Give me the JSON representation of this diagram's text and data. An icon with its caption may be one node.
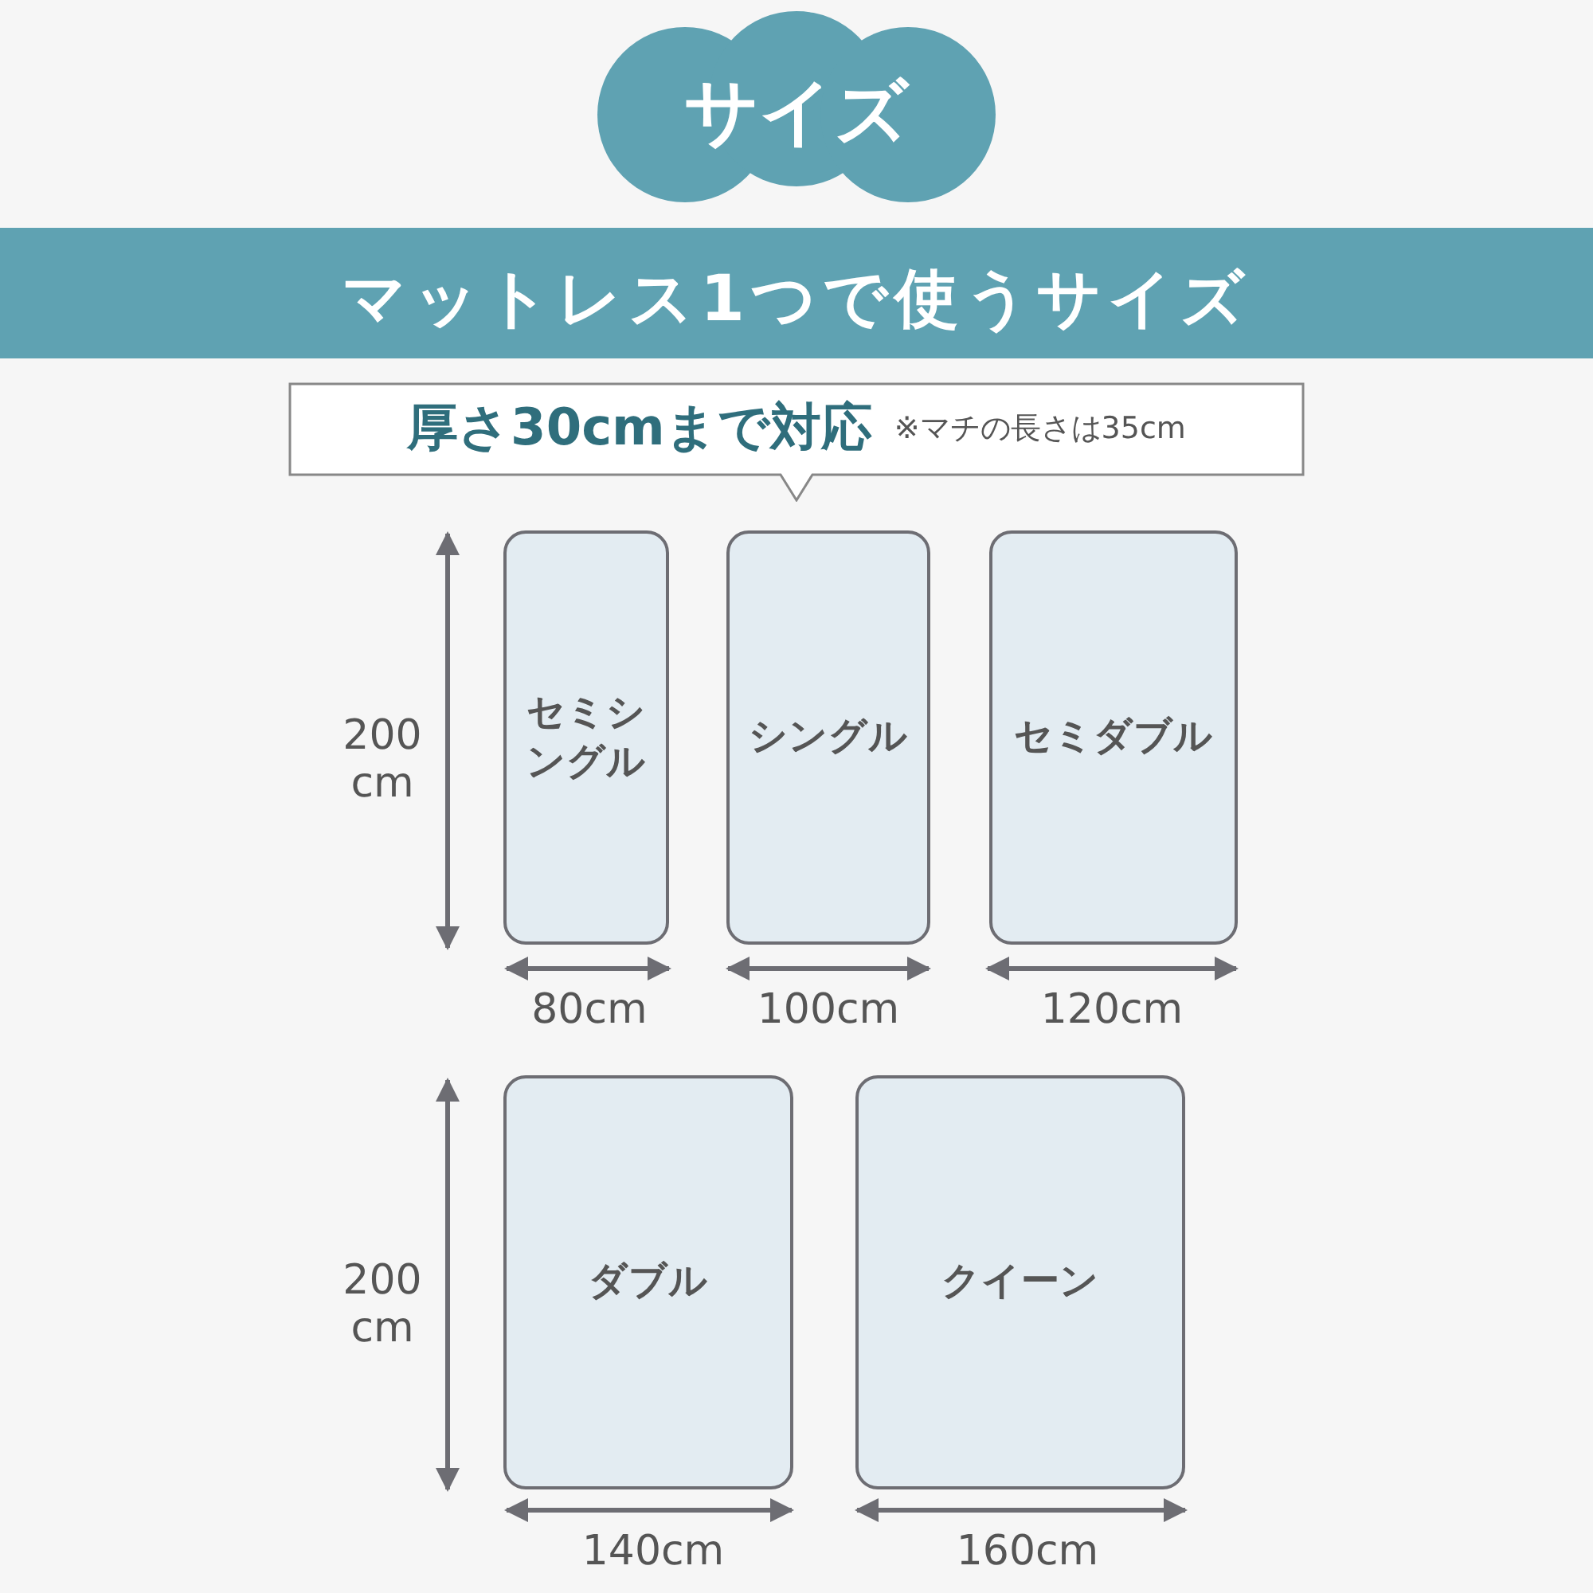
{
  "diagram": {
    "title": "サイズ",
    "nodes": [
      {
        "text": [
          "厚さ30cmまで対応",
          "※マチの長さは35cm"
        ]
      },
      {
        "text": [
          "セミシングル"
        ]
      },
      {
        "text": [
          "シングル"
        ]
      },
      {
        "text": [
          "セミダブル"
        ]
      },
      {
        "text": [
          "ダブル"
        ]
      },
      {
        "text": [
          "クイーン"
        ]
      }
    ],
    "labels": [
      "マットレス1つで使うサイズ",
      "200 cm",
      "80cm",
      "100cm",
      "120cm",
      "200 cm",
      "140cm",
      "160cm"
    ]
  }
}
